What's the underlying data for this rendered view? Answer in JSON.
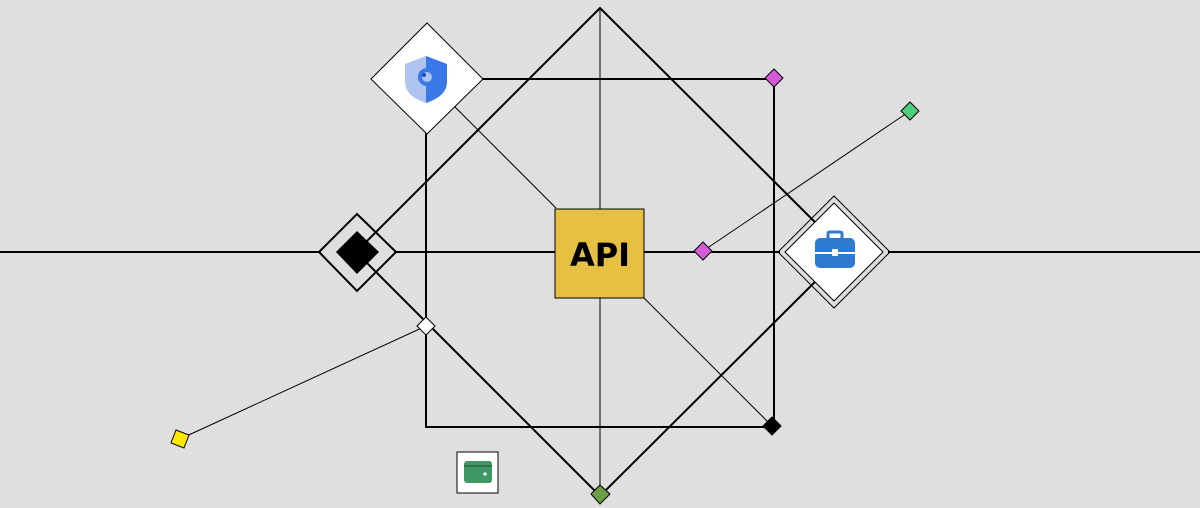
{
  "diagram": {
    "center_node": {
      "label": "API",
      "fill": "#e5c043"
    },
    "nodes": [
      {
        "name": "security-node",
        "icon": "shield-eye-icon"
      },
      {
        "name": "business-node",
        "icon": "briefcase-icon"
      },
      {
        "name": "wallet-node",
        "icon": "wallet-icon"
      },
      {
        "name": "hub-node",
        "icon": "black-diamond"
      }
    ],
    "colors": {
      "background": "#dfdfdf",
      "line": "#000000",
      "api_fill": "#e5c043",
      "magenta": "#d45ad8",
      "green": "#4ecf7c",
      "yellow": "#ffe800",
      "olive": "#6c9e45",
      "shield_light": "#aec3f0",
      "shield_dark": "#3b78e7",
      "briefcase": "#2f7ad1",
      "wallet": "#3e9865"
    }
  }
}
